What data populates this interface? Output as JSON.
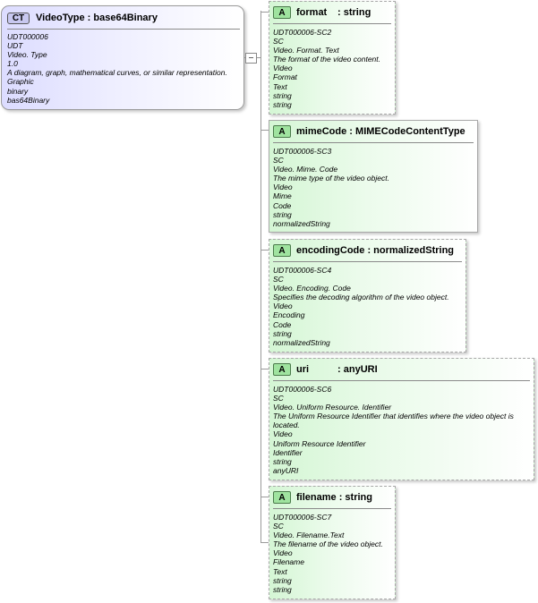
{
  "complex_type": {
    "badge": "CT",
    "name": "VideoType",
    "type": "base64Binary",
    "lines": [
      {
        "text": "UDT000006",
        "italic": true
      },
      {
        "text": "UDT",
        "italic": true
      },
      {
        "text": "Video. Type",
        "italic": true
      },
      {
        "text": "1.0",
        "italic": true
      },
      {
        "text": "A diagram, graph, mathematical curves, or similar representation.",
        "italic": true
      },
      {
        "text": "Graphic",
        "italic": true
      },
      {
        "text": "binary",
        "italic": true
      },
      {
        "text": "bas64Binary",
        "italic": true
      }
    ]
  },
  "attributes": [
    {
      "badge": "A",
      "name": "format",
      "type": "string",
      "lines": [
        "UDT000006-SC2",
        "SC",
        "Video. Format. Text",
        "The format of the video content.",
        "Video",
        "Format",
        "Text",
        "string",
        "string"
      ]
    },
    {
      "badge": "A",
      "name": "mimeCode",
      "type": "MIMECodeContentType",
      "lines": [
        "UDT000006-SC3",
        "SC",
        "Video. Mime. Code",
        "The mime type of the video object.",
        "Video",
        "Mime",
        "Code",
        "string",
        "normalizedString"
      ]
    },
    {
      "badge": "A",
      "name": "encodingCode",
      "type": "normalizedString",
      "lines": [
        "UDT000006-SC4",
        "SC",
        "Video. Encoding. Code",
        "Specifies the decoding algorithm of the video object.",
        "Video",
        "Encoding",
        "Code",
        "string",
        "normalizedString"
      ]
    },
    {
      "badge": "A",
      "name": "uri",
      "type": "anyURI",
      "lines": [
        "UDT000006-SC6",
        "SC",
        "Video. Uniform Resource. Identifier",
        "The Uniform Resource Identifier that identifies where the video object is located.",
        "Video",
        "Uniform Resource Identifier",
        "Identifier",
        "string",
        "anyURI"
      ]
    },
    {
      "badge": "A",
      "name": "filename",
      "type": "string",
      "lines": [
        "UDT000006-SC7",
        "SC",
        "Video. Filename.Text",
        "The filename of the video object.",
        "Video",
        "Filename",
        "Text",
        "string",
        "string"
      ]
    }
  ]
}
